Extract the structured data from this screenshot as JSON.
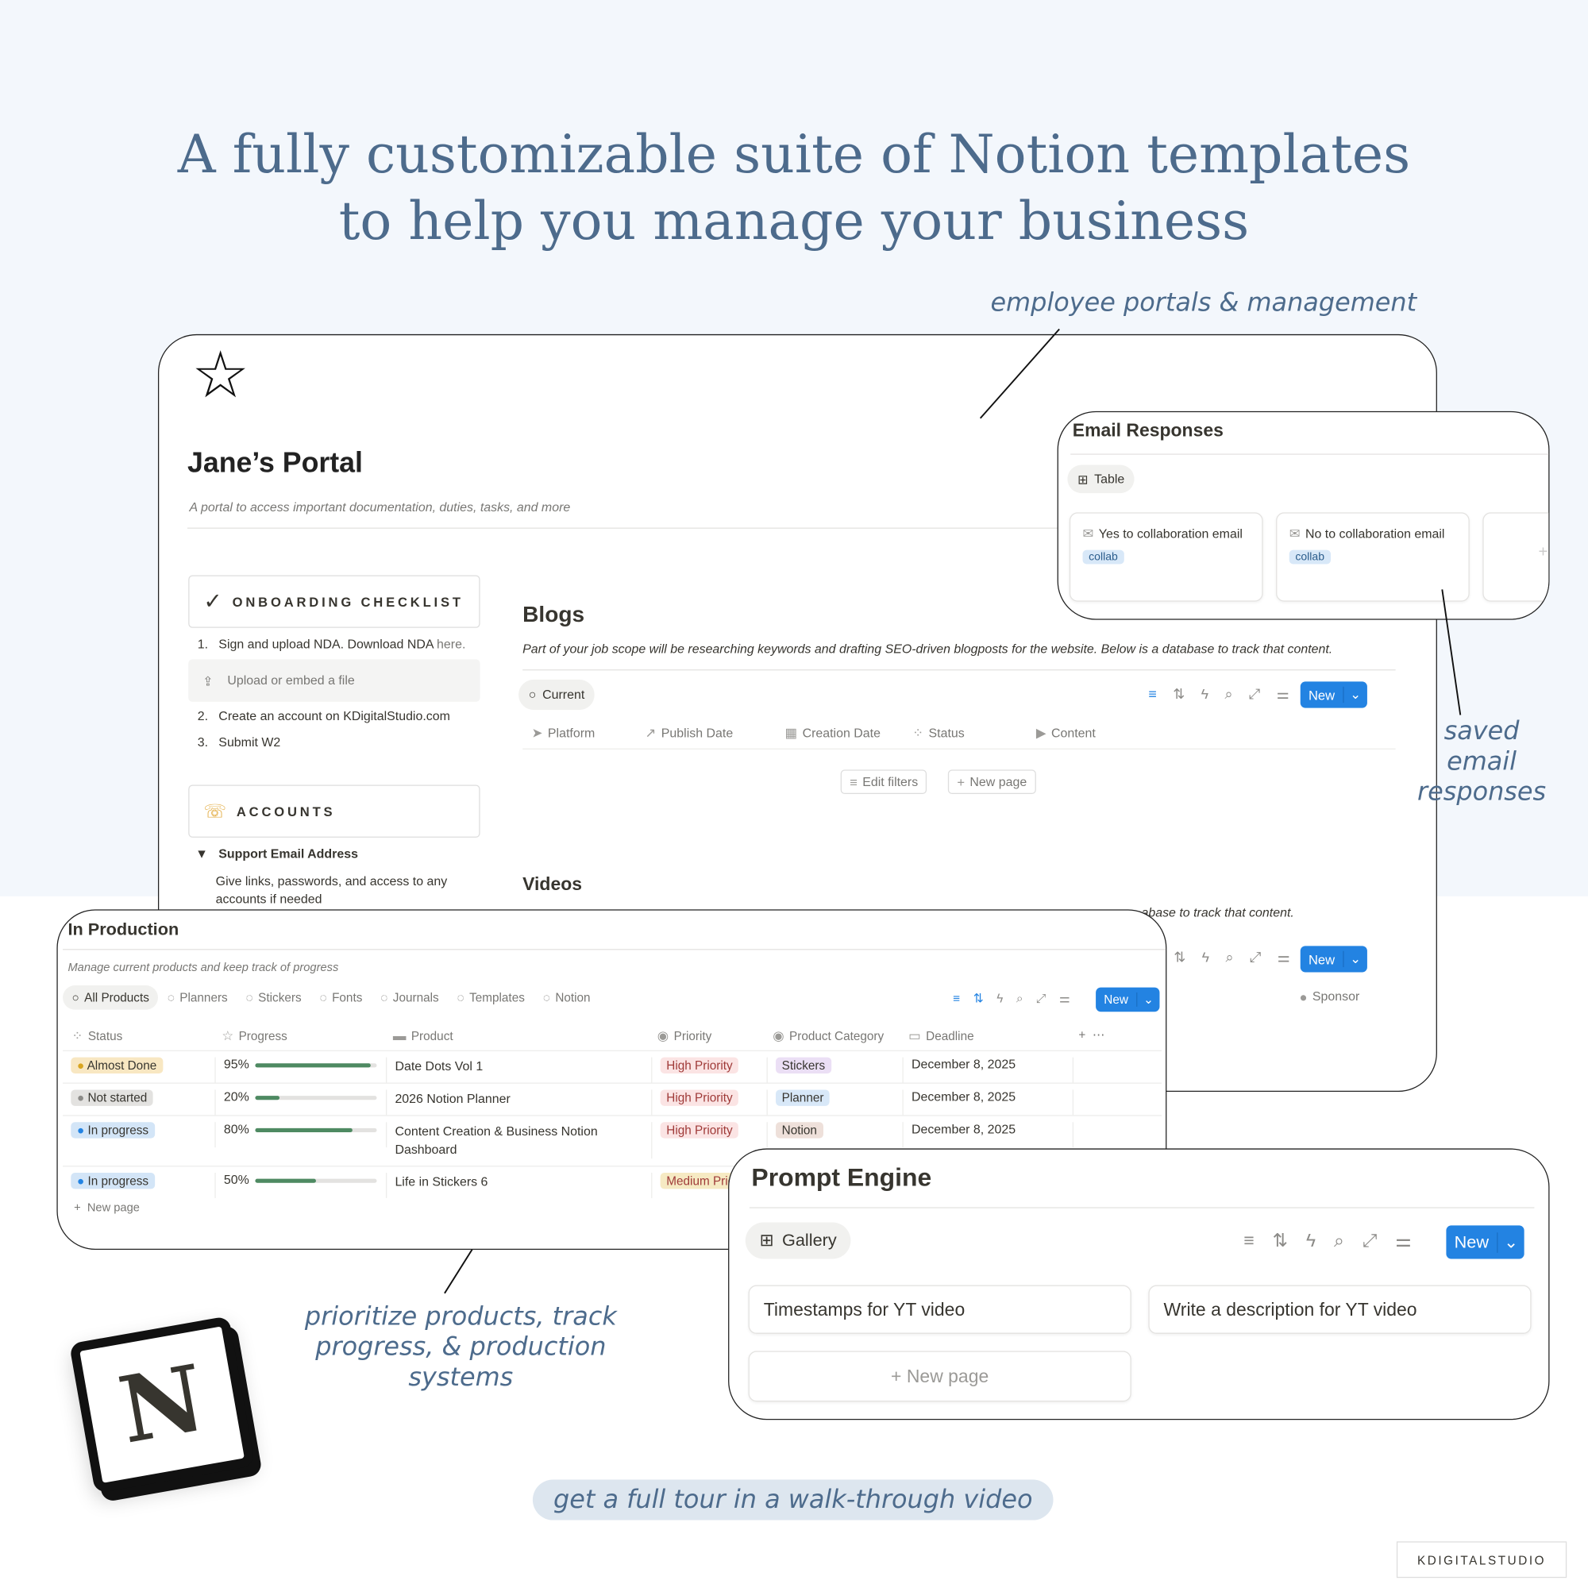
{
  "headline": {
    "line1": "A fully customizable suite of Notion templates",
    "line2": "to help you manage your business"
  },
  "annotations": {
    "employee": "employee portals & management",
    "saved": "saved email responses",
    "prioritize1": "prioritize products, track",
    "prioritize2": "progress, & production systems",
    "tour": "get a full tour in a walk-through video"
  },
  "brand": "KDIGITALSTUDIO",
  "portal": {
    "title": "Jane’s Portal",
    "subtitle": "A portal to access important documentation, duties, tasks, and more",
    "checklist_title": "ONBOARDING CHECKLIST",
    "steps": [
      "Sign and upload NDA. Download NDA ",
      "Create an account on KDigitalStudio.com",
      "Submit W2"
    ],
    "nda_link": "here.",
    "upload": "Upload or embed a file",
    "accounts_title": "ACCOUNTS",
    "toggle": "Support Email Address",
    "toggle_body": "Give links, passwords, and access to any accounts if needed",
    "blogs": {
      "title": "Blogs",
      "desc": "Part of your job scope will be researching keywords and drafting SEO-driven blogposts for the website. Below is a database to track that content.",
      "view": "Current",
      "new": "New",
      "columns": [
        "Platform",
        "Publish Date",
        "Creation Date",
        "Status",
        "Content"
      ],
      "edit_filters": "Edit filters",
      "new_page": "New page"
    },
    "videos": {
      "title": "Videos",
      "desc": "abase to track that content.",
      "new": "New",
      "sponsor": "Sponsor"
    }
  },
  "email": {
    "title": "Email Responses",
    "view": "Table",
    "cards": [
      {
        "title": "Yes to collaboration email",
        "tag": "collab"
      },
      {
        "title": "No to collaboration email",
        "tag": "collab"
      }
    ]
  },
  "production": {
    "title": "In Production",
    "desc": "Manage current products and keep track of progress",
    "tabs": [
      "All Products",
      "Planners",
      "Stickers",
      "Fonts",
      "Journals",
      "Templates",
      "Notion"
    ],
    "new": "New",
    "columns": [
      "Status",
      "Progress",
      "Product",
      "Priority",
      "Product Category",
      "Deadline"
    ],
    "rows": [
      {
        "status": "Almost Done",
        "progress": 95,
        "progress_label": "95%",
        "product": "Date Dots Vol 1",
        "priority": "High Priority",
        "category": "Stickers",
        "deadline": "December 8, 2025"
      },
      {
        "status": "Not started",
        "progress": 20,
        "progress_label": "20%",
        "product": "2026 Notion Planner",
        "priority": "High Priority",
        "category": "Planner",
        "deadline": "December 8, 2025"
      },
      {
        "status": "In progress",
        "progress": 80,
        "progress_label": "80%",
        "product": "Content Creation & Business Notion Dashboard",
        "priority": "High Priority",
        "category": "Notion",
        "deadline": "December 8, 2025"
      },
      {
        "status": "In progress",
        "progress": 50,
        "progress_label": "50%",
        "product": "Life in Stickers 6",
        "priority": "Medium Prio",
        "category": "",
        "deadline": ""
      }
    ],
    "new_page": "New page"
  },
  "prompt": {
    "title": "Prompt Engine",
    "view": "Gallery",
    "new": "New",
    "cards": [
      "Timestamps for YT video",
      "Write a description for YT video"
    ],
    "new_page": "New page"
  },
  "colors": {
    "accent": "#2383e2",
    "headline": "#4d6b8c",
    "almost_done": "#f8e7c2",
    "not_started": "#e3e2e0",
    "in_progress": "#d3e5f7",
    "high_priority": "#fbe4e4",
    "medium_priority": "#f6eac3",
    "stickers": "#ebdff5",
    "planner": "#d8e8f8",
    "notion": "#eee0da"
  }
}
